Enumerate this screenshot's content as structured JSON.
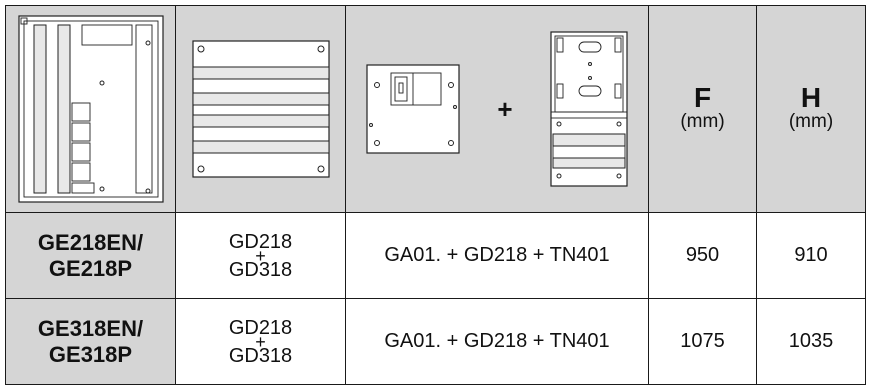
{
  "header": {
    "plus_sign": "+",
    "col_f": {
      "letter": "F",
      "unit": "(mm)"
    },
    "col_h": {
      "letter": "H",
      "unit": "(mm)"
    }
  },
  "rows": [
    {
      "model_line1": "GE218EN/",
      "model_line2": "GE218P",
      "stack_top": "GD218",
      "stack_plus": "+",
      "stack_bottom": "GD318",
      "combo": "GA01. + GD218 + TN401",
      "f": "950",
      "h": "910"
    },
    {
      "model_line1": "GE318EN/",
      "model_line2": "GE318P",
      "stack_top": "GD218",
      "stack_plus": "+",
      "stack_bottom": "GD318",
      "combo": "GA01. + GD218 + TN401",
      "f": "1075",
      "h": "1035"
    }
  ]
}
